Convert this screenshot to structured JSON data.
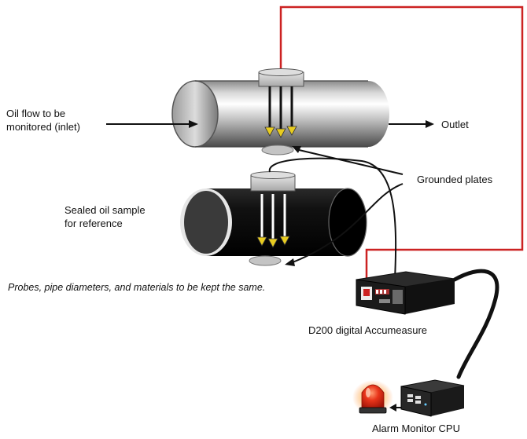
{
  "labels": {
    "inlet_line1": "Oil flow to be",
    "inlet_line2": "monitored (inlet)",
    "outlet": "Outlet",
    "grounded_plates": "Grounded plates",
    "sealed_line1": "Sealed oil sample",
    "sealed_line2": "for reference",
    "note": "Probes, pipe diameters, and materials to be kept the same.",
    "device": "D200 digital Accumeasure",
    "cpu": "Alarm Monitor CPU"
  },
  "colors": {
    "signal_wire": "#cc2222",
    "wire": "#111111",
    "probe_tip": "#e8cc20",
    "beacon": "#e02010"
  },
  "icons": [
    "flow-arrow-icon",
    "alarm-beacon-icon",
    "mini-pc-icon",
    "accumeasure-device-icon"
  ]
}
